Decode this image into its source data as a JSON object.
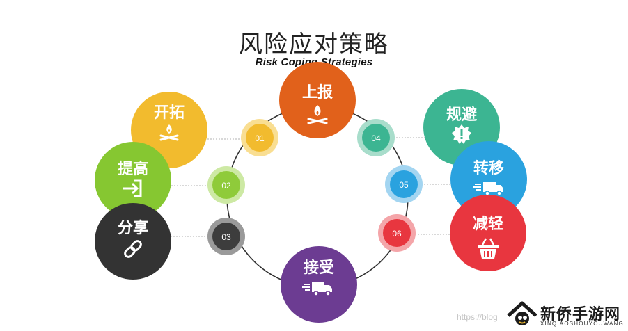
{
  "title": "风险应对策略",
  "subtitle": "Risk Coping Strategies",
  "center_top": {
    "label": "上报",
    "icon": "campfire-icon",
    "color": "#E1611B"
  },
  "center_bottom": {
    "label": "接受",
    "icon": "delivery-truck-icon",
    "color": "#6C3C92"
  },
  "left_items": [
    {
      "number": "01",
      "label": "开拓",
      "icon": "campfire-icon",
      "color": "#F2BB2E",
      "num_color": "#F2BB2E"
    },
    {
      "number": "02",
      "label": "提高",
      "icon": "enter-icon",
      "color": "#86C731",
      "num_color": "#8FCB3A"
    },
    {
      "number": "03",
      "label": "分享",
      "icon": "link-icon",
      "color": "#333333",
      "num_color": "#3D3D3D"
    }
  ],
  "right_items": [
    {
      "number": "04",
      "label": "规避",
      "icon": "warning-burst-icon",
      "color": "#3CB592",
      "num_color": "#3CB592"
    },
    {
      "number": "05",
      "label": "转移",
      "icon": "delivery-truck-icon",
      "color": "#2AA2DF",
      "num_color": "#2AA2DF"
    },
    {
      "number": "06",
      "label": "减轻",
      "icon": "basket-icon",
      "color": "#E8363F",
      "num_color": "#E8363F"
    }
  ],
  "watermark": "https://blog",
  "brand": {
    "name": "新侨手游网",
    "sub": "XINQIAOSHOUYOUWANG"
  }
}
